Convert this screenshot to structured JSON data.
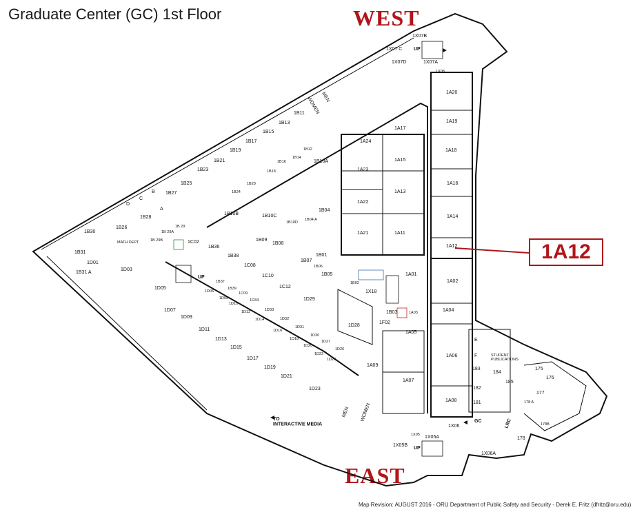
{
  "title": "Graduate Center (GC) 1st Floor",
  "compass": {
    "north": "WEST",
    "south": "EAST"
  },
  "highlight": {
    "room": "1A12",
    "color": "#b0151a"
  },
  "footer": "Map Revision: AUGUST 2016 - ORU Department of Public Safety and Security - Derek E. Fritz (dfritz@oru.edu)",
  "directions": {
    "interactive_media": "TO\nINTERACTIVE MEDIA",
    "gc": "GC",
    "up1": "UP",
    "up2": "UP",
    "up3": "UP",
    "lrc": "LRC"
  },
  "rooms": {
    "A20": "1A20",
    "A19": "1A19",
    "A18": "1A18",
    "A16": "1A16",
    "A14": "1A14",
    "A12": "1A12",
    "A02": "1A02",
    "A04": "1A04",
    "A06": "1A06",
    "A07": "1A07",
    "A08": "1A08",
    "A09": "1A09",
    "A05": "1A05",
    "A03": "1A03",
    "A01": "1A01",
    "A17": "1A17",
    "A24": "1A24",
    "A15": "1A15",
    "A23": "1A23",
    "A13": "1A13",
    "A22": "1A22",
    "A21": "1A21",
    "A11": "1A11",
    "B11": "1B11",
    "B13": "1B13",
    "B15": "1B15",
    "B17": "1B17",
    "B19": "1B19",
    "B21": "1B21",
    "B23": "1B23",
    "B25": "1B25",
    "B27": "1B27",
    "B28": "1B28",
    "B30": "1B30",
    "B31": "1B31",
    "B31A": "1B31 A",
    "B26": "1B26",
    "B10A": "1B10A",
    "B10B": "1B10B",
    "B10C": "1B10C",
    "B10D": "1B10D",
    "B12": "1B12",
    "B14": "1B14",
    "B16": "1B16",
    "B18": "1B18",
    "B20": "1B20",
    "B24": "1B24",
    "B04": "1B04",
    "B04A": "1B04 A",
    "B01": "1B01",
    "B07": "1B07",
    "B05": "1B05",
    "B06": "1B06",
    "B08": "1B08",
    "B09": "1B09",
    "B36": "1B36",
    "B38": "1B38",
    "B37": "1B37",
    "B39": "1B39",
    "B03": "1B03",
    "B02": "1B02",
    "B29A": "1B 29A",
    "B29B": "1B 29B",
    "B29": "1B 29",
    "C02": "1C02",
    "C08": "1C08",
    "C10": "1C10",
    "C12": "1C12",
    "C09": "1C09",
    "D01": "1D01",
    "D03": "1D03",
    "D05": "1D05",
    "D07": "1D07",
    "D09": "1D09",
    "D11": "1D11",
    "D13": "1D13",
    "D15": "1D15",
    "D17": "1D17",
    "D19": "1D19",
    "D21": "1D21",
    "D23": "1D23",
    "D28": "1D28",
    "D29": "1D29",
    "D06": "1D06",
    "D08": "1D08",
    "D10": "1D10",
    "D12": "1D12",
    "D14": "1D14",
    "D16": "1D16",
    "D18": "1D18",
    "D20": "1D20",
    "D22": "1D22",
    "D24": "1D24",
    "D26": "1D26",
    "D27": "1D27",
    "D30": "1D30",
    "D31": "1D31",
    "D32": "1D32",
    "D33": "1D33",
    "D34": "1D34",
    "X18": "1X18",
    "X06": "1X06",
    "X06A": "1X06A",
    "X05A": "1X05A",
    "X05B": "1X05B",
    "X05": "1X05",
    "X07A": "1X07A",
    "X07B": "1X07B",
    "X07C": "1X07 C",
    "X07D": "1X07D",
    "X08": "1X08",
    "F02": "1F02",
    "r183": "183",
    "r184": "184",
    "r185": "185",
    "r182": "182",
    "r181": "181",
    "r175": "175",
    "r176": "176",
    "r177": "177",
    "r178": "178",
    "r178A": "178 A",
    "r178B": "178B",
    "A": "A",
    "B": "B",
    "C": "C",
    "D": "D",
    "E": "E",
    "F": "F",
    "men": "MEN",
    "women": "WOMEN",
    "student_pub": "STUDENT\nPUBLICATIONS",
    "math": "MATH DEPT."
  }
}
